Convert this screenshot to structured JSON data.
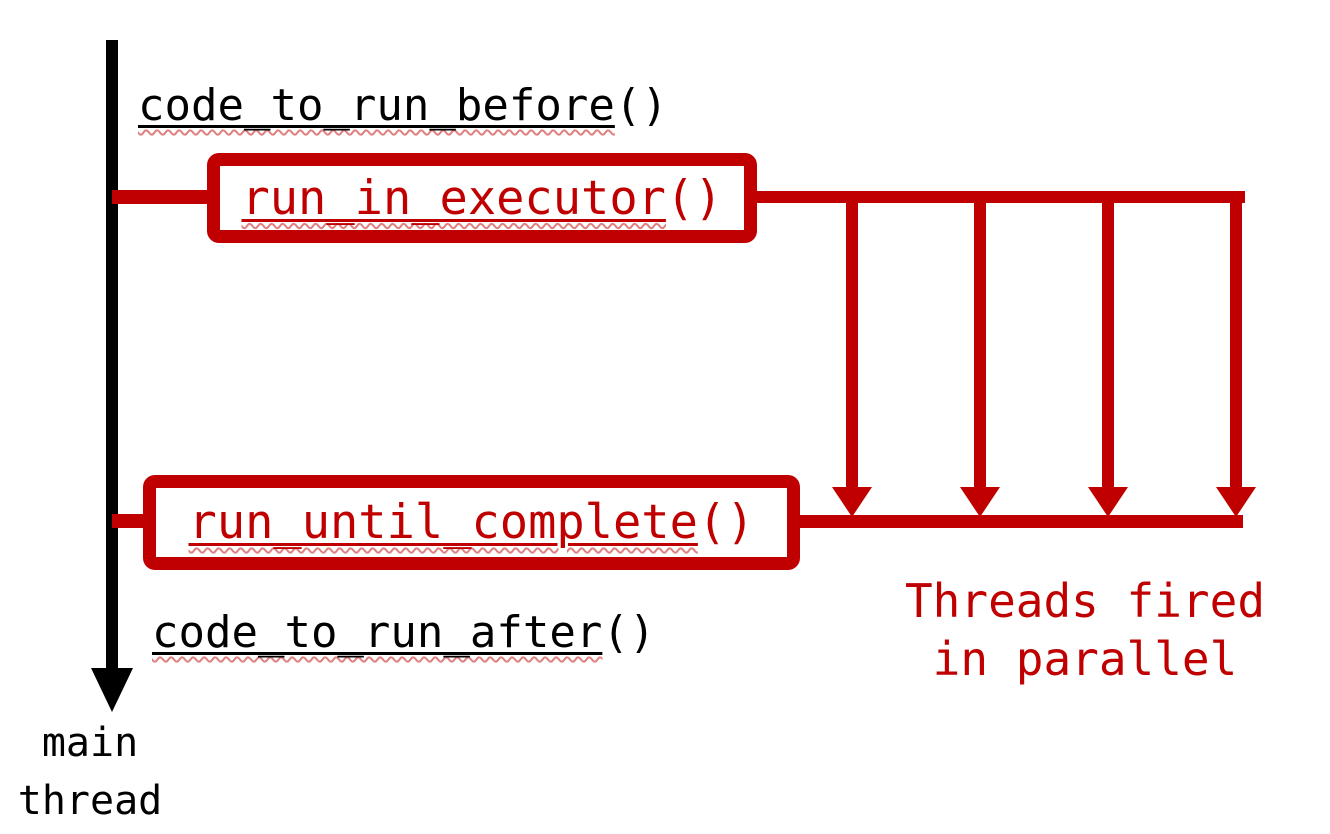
{
  "colors": {
    "accent_red": "#C00000",
    "black": "#000000",
    "squiggle_red": "#E08080"
  },
  "labels": {
    "code_before": {
      "name": "code_to_run_before",
      "parens": "()"
    },
    "run_in_executor": {
      "name": "run_in_executor",
      "parens": "()"
    },
    "run_until_complete": {
      "name": "run_until_complete",
      "parens": "()"
    },
    "code_after": {
      "name": "code_to_run_after",
      "parens": "()"
    },
    "main_thread": {
      "line1": "main",
      "line2": "thread"
    },
    "annotation": {
      "line1": "Threads fired",
      "line2": "in parallel"
    }
  },
  "threads": {
    "count": 4
  }
}
